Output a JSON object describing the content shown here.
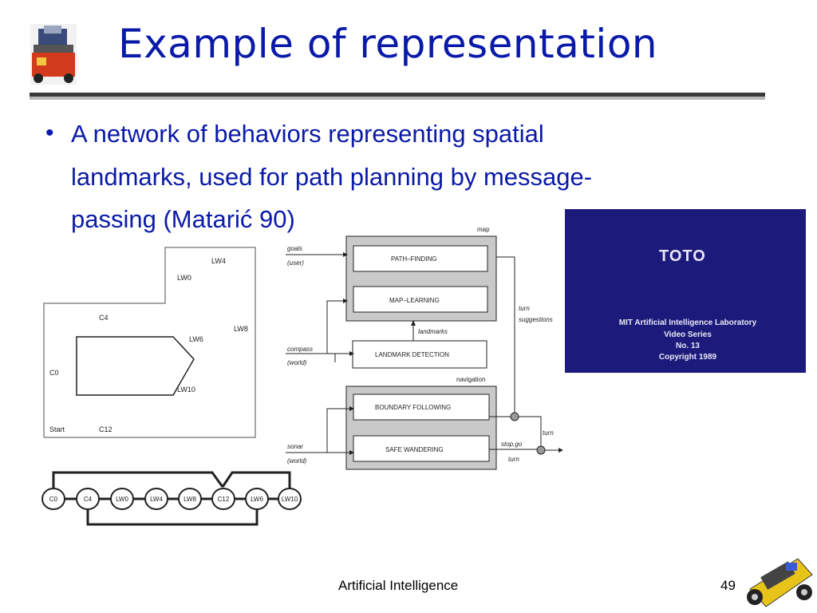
{
  "slide": {
    "title": "Example of representation",
    "bullet_lines": [
      "A network of behaviors representing spatial",
      "landmarks, used for path planning by message-",
      "passing (Matarić 90)"
    ],
    "footer_center": "Artificial Intelligence",
    "page_number": "49"
  },
  "floor_map": {
    "labels": [
      "LW4",
      "LW0",
      "C4",
      "LW8",
      "LW6",
      "C0",
      "LW10",
      "Start",
      "C12"
    ]
  },
  "node_graph": {
    "nodes": [
      "C0",
      "C4",
      "LW0",
      "LW4",
      "LW8",
      "C12",
      "LW6",
      "LW10"
    ]
  },
  "architecture": {
    "map_label": "map",
    "navigation_label": "navigation",
    "boxes": {
      "path_finding": "PATH–FINDING",
      "map_learning": "MAP–LEARNING",
      "landmark_detection": "LANDMARK DETECTION",
      "boundary_following": "BOUNDARY FOLLOWING",
      "safe_wandering": "SAFE WANDERING"
    },
    "inputs": {
      "goals": "goals",
      "user": "(user)",
      "compass": "compass",
      "world1": "(world)",
      "sonar": "sonar",
      "world2": "(world)"
    },
    "signals": {
      "landmarks": "landmarks",
      "turn": "turn",
      "suggestions": "suggestions",
      "turn_out": "turn",
      "stop_go": "stop,go",
      "turn_bottom": "turn"
    }
  },
  "video_still": {
    "heading": "TOTO",
    "lines": [
      "MIT  Artificial  Intelligence  Laboratory",
      "Video  Series",
      "No.  13",
      "Copyright  1989"
    ]
  },
  "colors": {
    "title": "#0a1aa8",
    "video_bg": "#1c1a7a",
    "box_gray": "#c9c9c9"
  }
}
